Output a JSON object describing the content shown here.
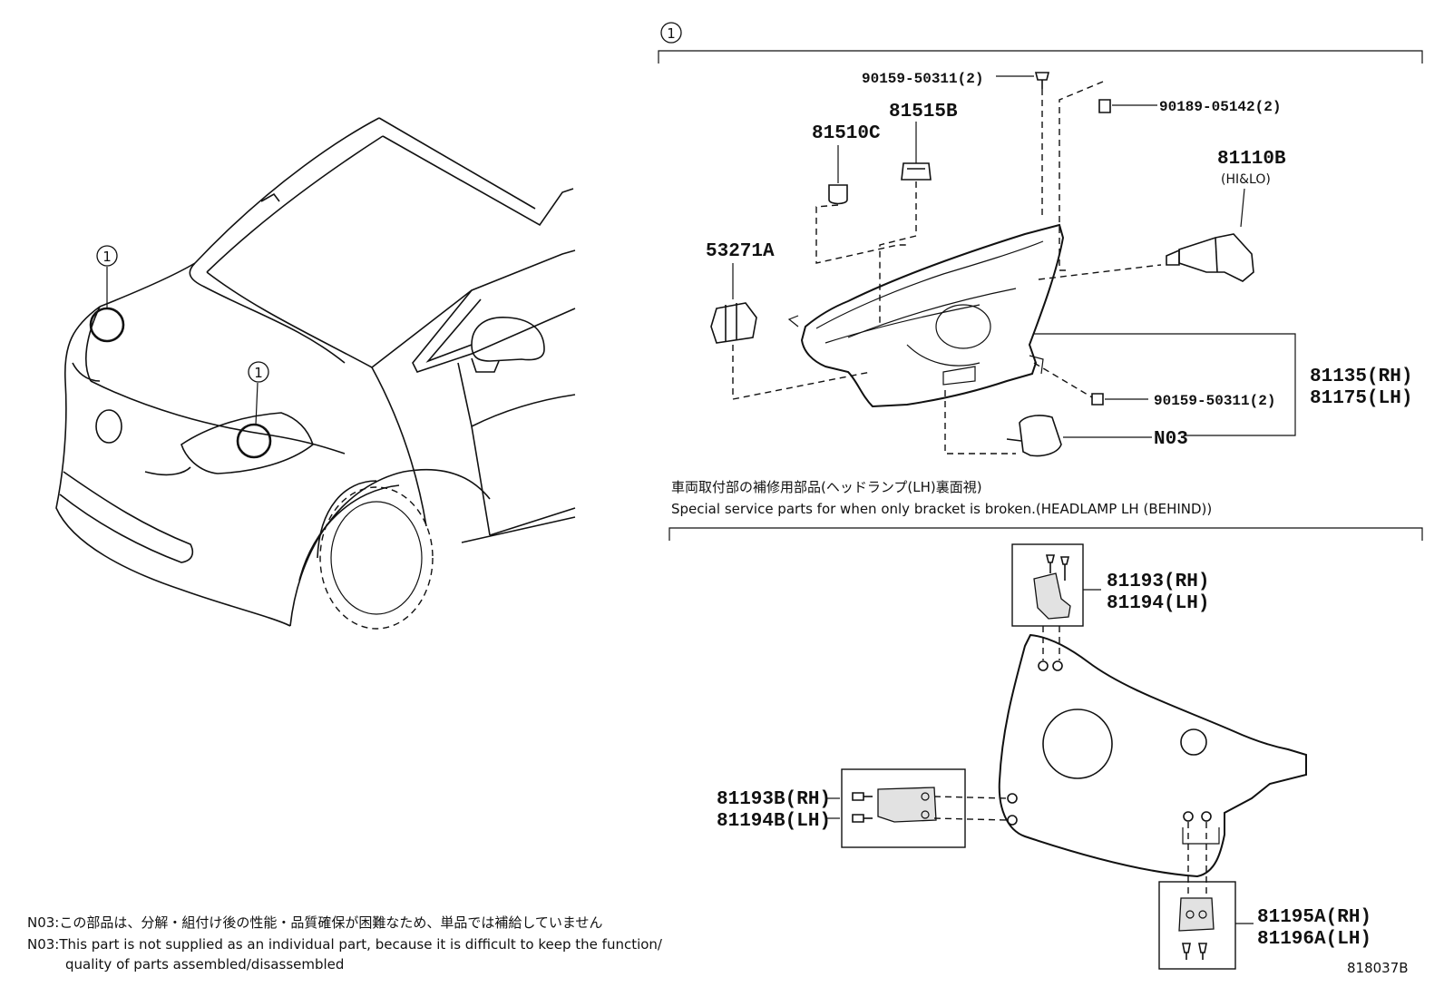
{
  "group_callout": "1",
  "car_callouts": [
    "1",
    "1"
  ],
  "parts": {
    "screw_top": "90159-50311(2)",
    "clip_top": "90189-05142(2)",
    "socket_81515b": "81515B",
    "bulb_81510c": "81510C",
    "bulb_81110b": "81110B",
    "bulb_81110b_sub": "(HI&LO)",
    "actuator_53271a": "53271A",
    "headlamp_rh": "81135(RH)",
    "headlamp_lh": "81175(LH)",
    "screw_lower": "90159-50311(2)",
    "n03": "N03",
    "bracket_top_rh": "81193(RH)",
    "bracket_top_lh": "81194(LH)",
    "bracket_side_rh": "81193B(RH)",
    "bracket_side_lh": "81194B(LH)",
    "bracket_bottom_rh": "81195A(RH)",
    "bracket_bottom_lh": "81196A(LH)"
  },
  "service_note": {
    "jp": "車両取付部の補修用部品(ヘッドランプ(LH)裏面視)",
    "en": "Special service parts for when only bracket is broken.(HEADLAMP LH (BEHIND))"
  },
  "footnotes": {
    "jp": "N03:この部品は、分解・組付け後の性能・品質確保が困難なため、単品では補給していません",
    "en_line1": "N03:This part is not supplied as an individual part, because it is difficult to keep the function/",
    "en_line2": "quality of parts assembled/disassembled"
  },
  "diagram_code": "818037B"
}
